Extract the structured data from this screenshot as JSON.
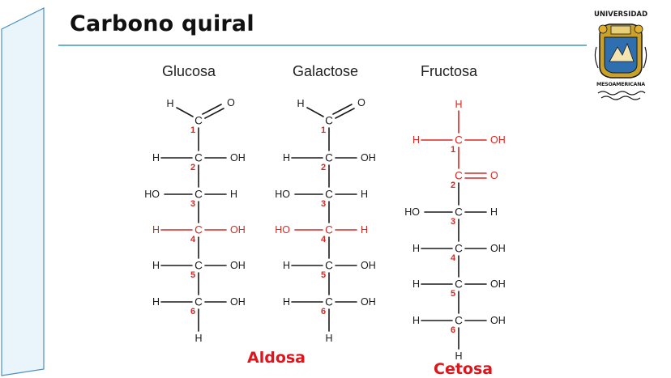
{
  "slide": {
    "title": "Carbono quiral"
  },
  "logo": {
    "top_text": "UNIVERSIDAD",
    "bottom_text": "MESOAMERICANA"
  },
  "colors": {
    "black": "#1a1a1a",
    "red": "#d42a25",
    "number_red": "#d42a25",
    "accent_rule": "#6fb3c8",
    "class_label": "#e0141b",
    "side_panel_border": "#4a90c2",
    "side_panel_fill": "#eaf5fb"
  },
  "molecules": [
    {
      "name": "Glucosa",
      "top": {
        "kind": "aldehyde",
        "left": "H",
        "right": "O"
      },
      "carbons": [
        {
          "n": "1",
          "left": null,
          "right": null,
          "red": false
        },
        {
          "n": "2",
          "left": "H",
          "right": "OH",
          "red": false
        },
        {
          "n": "3",
          "left": "HO",
          "right": "H",
          "red": false
        },
        {
          "n": "4",
          "left": "H",
          "right": "OH",
          "red": true
        },
        {
          "n": "5",
          "left": "H",
          "right": "OH",
          "red": false
        },
        {
          "n": "6",
          "left": "H",
          "right": "OH",
          "red": false
        }
      ],
      "bottom": "H"
    },
    {
      "name": "Galactose",
      "top": {
        "kind": "aldehyde",
        "left": "H",
        "right": "O"
      },
      "carbons": [
        {
          "n": "1",
          "left": null,
          "right": null,
          "red": false
        },
        {
          "n": "2",
          "left": "H",
          "right": "OH",
          "red": false
        },
        {
          "n": "3",
          "left": "HO",
          "right": "H",
          "red": false
        },
        {
          "n": "4",
          "left": "HO",
          "right": "H",
          "red": true
        },
        {
          "n": "5",
          "left": "H",
          "right": "OH",
          "red": false
        },
        {
          "n": "6",
          "left": "H",
          "right": "OH",
          "red": false
        }
      ],
      "bottom": "H"
    },
    {
      "name": "Fructosa",
      "top": {
        "kind": "hydrogen",
        "label": "H"
      },
      "carbons": [
        {
          "n": "1",
          "left": "H",
          "right": "OH",
          "red": true
        },
        {
          "n": "2",
          "left": null,
          "right": "O",
          "double": true,
          "red": true
        },
        {
          "n": "3",
          "left": "HO",
          "right": "H",
          "red": false
        },
        {
          "n": "4",
          "left": "H",
          "right": "OH",
          "red": false
        },
        {
          "n": "5",
          "left": "H",
          "right": "OH",
          "red": false
        },
        {
          "n": "6",
          "left": "H",
          "right": "OH",
          "red": false
        }
      ],
      "bottom": "H"
    }
  ],
  "class_labels": {
    "aldose": "Aldosa",
    "ketose": "Cetosa"
  }
}
